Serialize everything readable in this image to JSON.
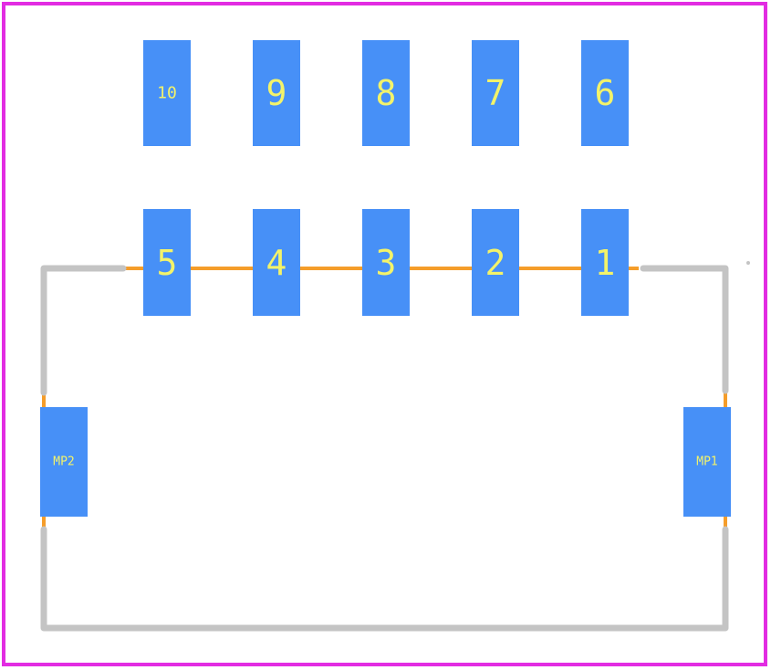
{
  "colors": {
    "background": "#ffffff",
    "boundary": "#e22ce2",
    "pad": "#4790f7",
    "pad_label": "#f3f36a",
    "silkscreen": "#c4c4c4",
    "fab": "#f59d2a"
  },
  "pads": [
    {
      "id": "pad-10",
      "label": "10",
      "size": "small"
    },
    {
      "id": "pad-9",
      "label": "9",
      "size": "large"
    },
    {
      "id": "pad-8",
      "label": "8",
      "size": "large"
    },
    {
      "id": "pad-7",
      "label": "7",
      "size": "large"
    },
    {
      "id": "pad-6",
      "label": "6",
      "size": "large"
    },
    {
      "id": "pad-5",
      "label": "5",
      "size": "large"
    },
    {
      "id": "pad-4",
      "label": "4",
      "size": "large"
    },
    {
      "id": "pad-3",
      "label": "3",
      "size": "large"
    },
    {
      "id": "pad-2",
      "label": "2",
      "size": "large"
    },
    {
      "id": "pad-1",
      "label": "1",
      "size": "large"
    },
    {
      "id": "pad-mp2",
      "label": "MP2",
      "size": "small"
    },
    {
      "id": "pad-mp1",
      "label": "MP1",
      "size": "small"
    }
  ]
}
